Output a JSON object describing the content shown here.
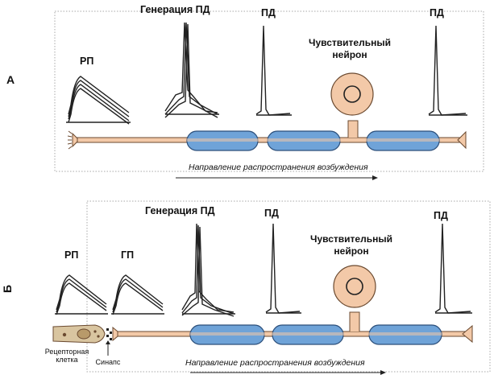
{
  "panel_a": {
    "letter": "А",
    "label_rp": "РП",
    "label_generation": "Генерация ПД",
    "label_pd1": "ПД",
    "label_pd2": "ПД",
    "neuron_label": "Чувствительный нейрон",
    "direction": "Направление распространения возбуждения"
  },
  "panel_b": {
    "letter": "Б",
    "label_rp": "РП",
    "label_gp": "ГП",
    "label_generation": "Генерация ПД",
    "label_pd1": "ПД",
    "label_pd2": "ПД",
    "neuron_label": "Чувствительный нейрон",
    "direction": "Направление распространения возбуждения",
    "receptor_label": "Рецепторная клетка",
    "synapse_label": "Синапс"
  },
  "colors": {
    "myelin": "#6fa3d8",
    "myelin_stroke": "#2c4f7a",
    "neuron_body": "#f3c9a8",
    "neuron_stroke": "#6b4a30",
    "trace": "#222222",
    "receptor": "#d9c5a0",
    "border_dotted": "#9a9a9a"
  }
}
